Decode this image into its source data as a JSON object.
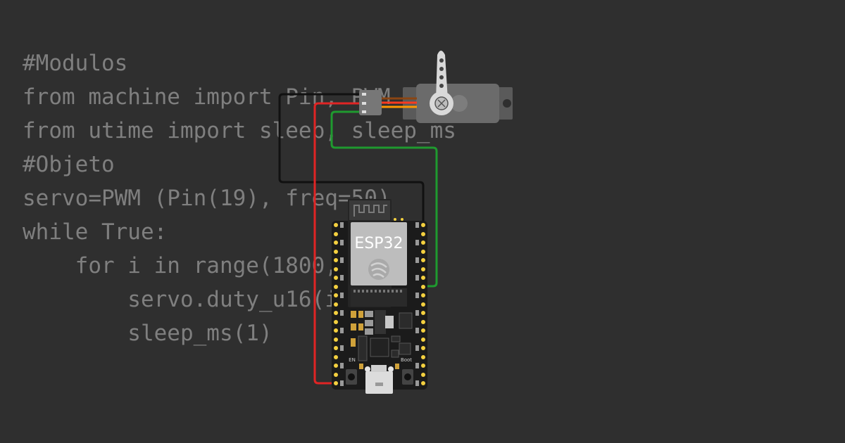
{
  "code": {
    "lines": [
      "#Modulos",
      "from machine import Pin, PWM",
      "from utime import sleep, sleep_ms",
      "#Objeto",
      "servo=PWM (Pin(19), freq=50)",
      "while True:",
      "    for i in range(1800, 8000):",
      "        servo.duty_u16(i)",
      "        sleep_ms(1)"
    ]
  },
  "board": {
    "chip_label": "ESP32",
    "en_label": "EN",
    "boot_label": "Boot"
  },
  "colors": {
    "background": "#2f2f2f",
    "code_text": "#7f7f7f",
    "wire_black": "#111111",
    "wire_red": "#e02424",
    "wire_green": "#1f9a2f",
    "board": "#1b1b1b",
    "pin": "#f4d03f",
    "servo_body": "#6b6b6b"
  },
  "icons": [
    "espressif-logo-icon",
    "wifi-antenna-icon",
    "servo-screw-icon"
  ]
}
